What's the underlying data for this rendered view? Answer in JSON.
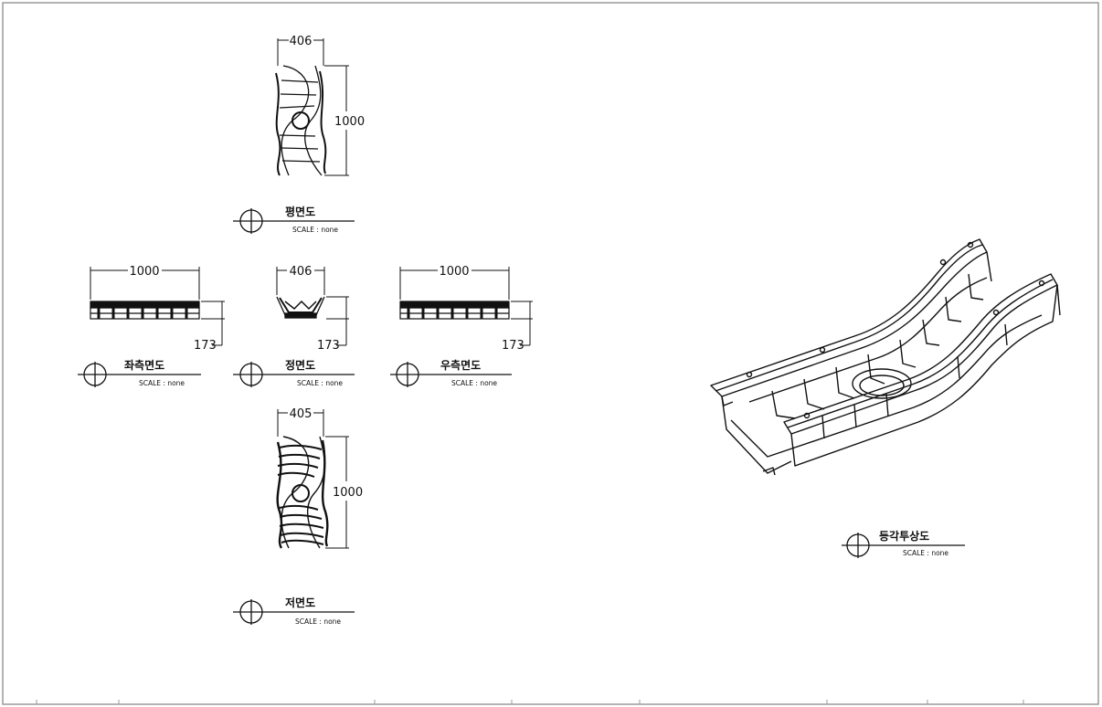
{
  "drawing": {
    "views": [
      {
        "id": "plan",
        "title": "평면도",
        "scale": "SCALE : none",
        "width_dim": "406",
        "length_dim": "1000"
      },
      {
        "id": "left",
        "title": "좌측면도",
        "scale": "SCALE : none",
        "width_dim": "1000",
        "height_dim": "173"
      },
      {
        "id": "front",
        "title": "정면도",
        "scale": "SCALE : none",
        "width_dim": "406",
        "height_dim": "173"
      },
      {
        "id": "right",
        "title": "우측면도",
        "scale": "SCALE : none",
        "width_dim": "1000",
        "height_dim": "173"
      },
      {
        "id": "bottom",
        "title": "저면도",
        "scale": "SCALE : none",
        "width_dim": "405",
        "length_dim": "1000"
      },
      {
        "id": "iso",
        "title": "등각투상도",
        "scale": "SCALE : none"
      }
    ]
  }
}
